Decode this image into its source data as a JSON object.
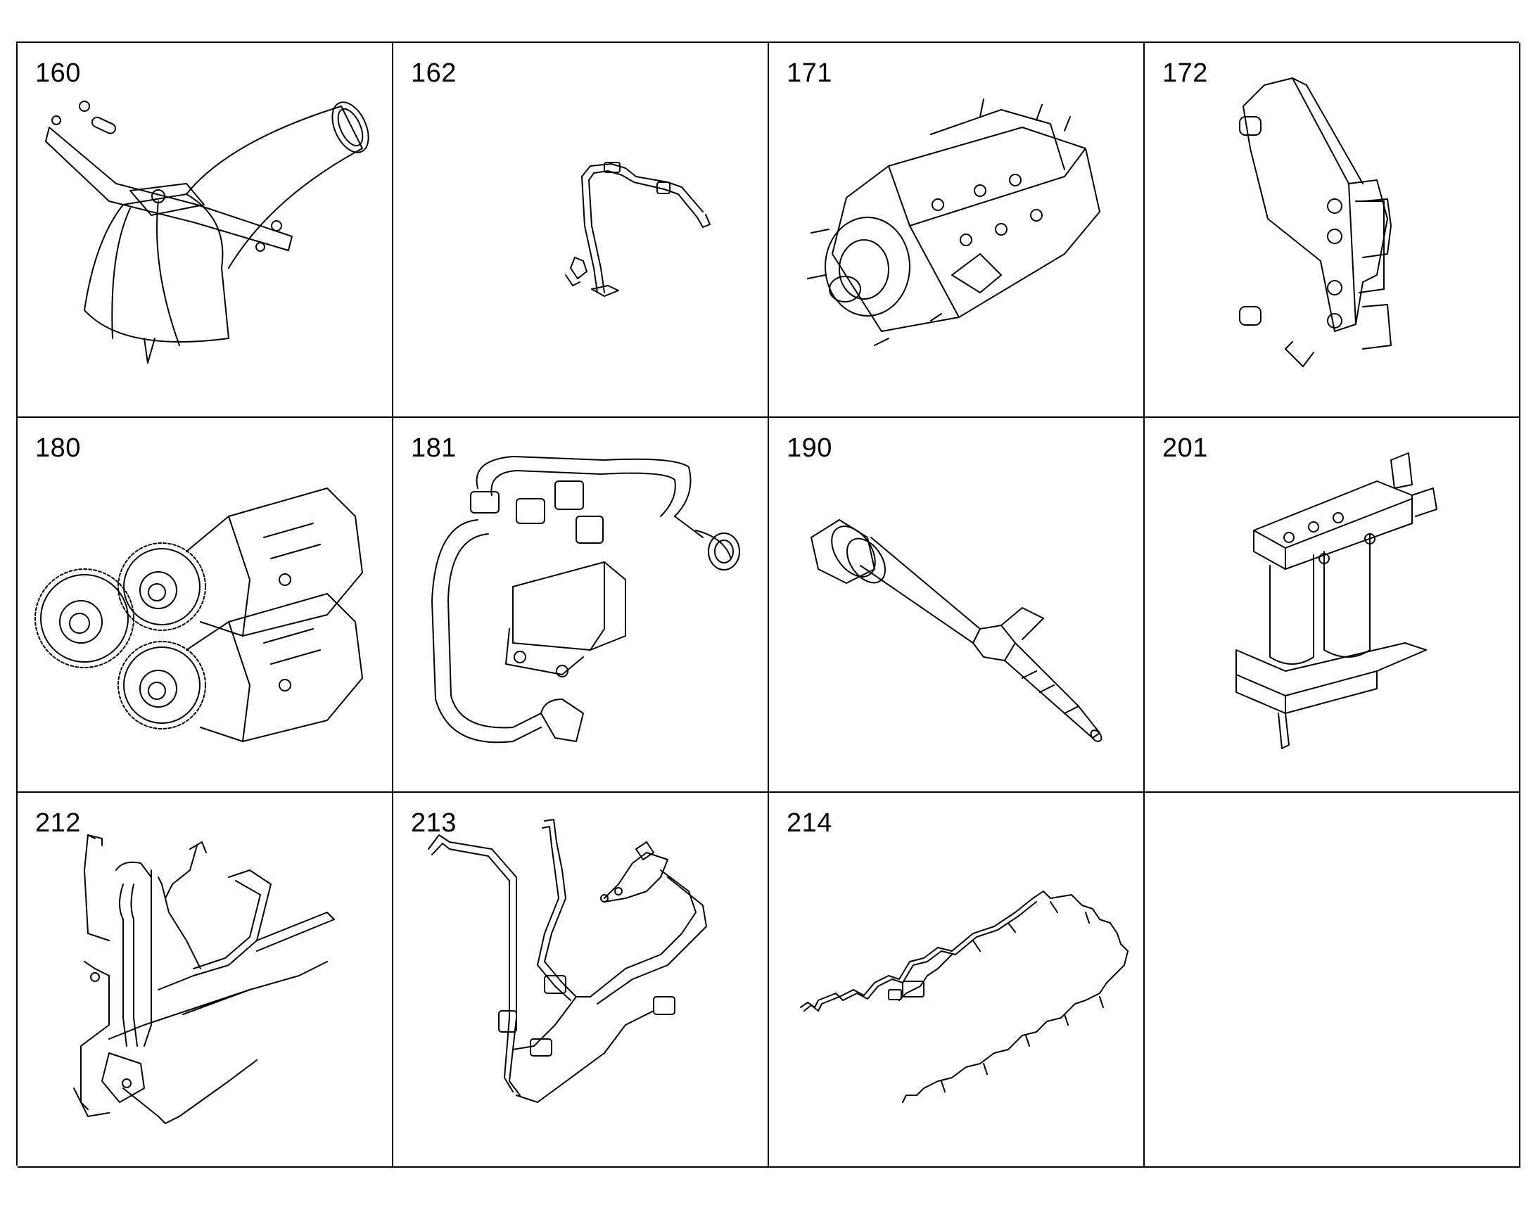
{
  "parts": [
    {
      "number": "160",
      "icon": "exhaust-elbow-with-bracket-icon"
    },
    {
      "number": "162",
      "icon": "fuel-line-with-clip-icon"
    },
    {
      "number": "171",
      "icon": "fuel-injection-pump-icon"
    },
    {
      "number": "172",
      "icon": "mounting-bracket-icon"
    },
    {
      "number": "180",
      "icon": "gear-driven-pumps-icon"
    },
    {
      "number": "181",
      "icon": "pipe-manifold-block-icon"
    },
    {
      "number": "190",
      "icon": "fuel-injector-icon"
    },
    {
      "number": "201",
      "icon": "twin-fuel-filter-icon"
    },
    {
      "number": "212",
      "icon": "pipe-assembly-with-bracket-icon"
    },
    {
      "number": "213",
      "icon": "fuel-line-assembly-icon"
    },
    {
      "number": "214",
      "icon": "wiring-harness-icon"
    },
    {
      "number": "",
      "icon": ""
    }
  ],
  "colors": {
    "line": "#000000",
    "background": "#ffffff"
  }
}
